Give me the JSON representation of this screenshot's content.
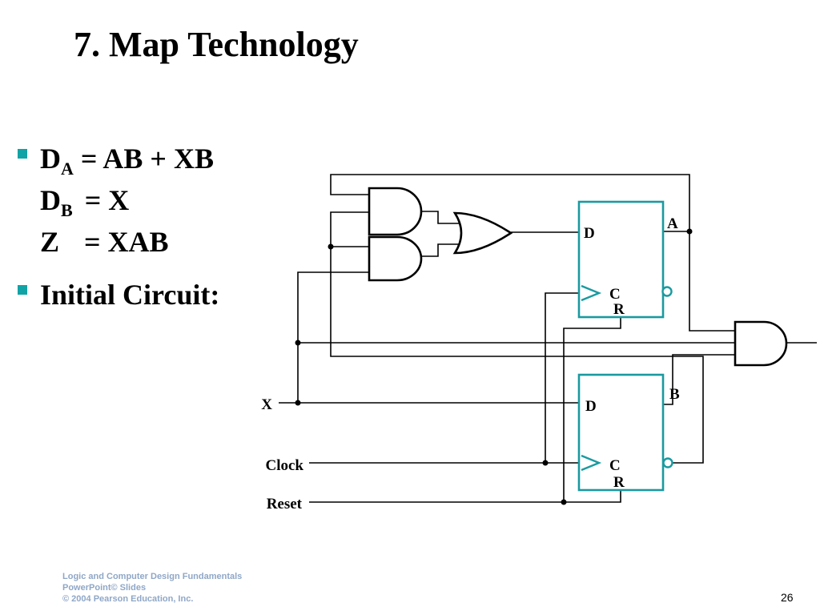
{
  "slide": {
    "title": "7. Map Technology",
    "bullets": {
      "equations": {
        "da_main": "D",
        "da_sub": "A",
        "da_rhs": "= AB + XB",
        "db_main": "D",
        "db_sub": "B",
        "db_rhs": "= X",
        "z_main": "Z",
        "z_rhs": "= XAB"
      },
      "initial_circuit": "Initial Circuit:"
    },
    "footer": {
      "line1": "Logic and Computer Design Fundamentals",
      "line2": "PowerPoint© Slides",
      "line3": "© 2004 Pearson Education, Inc."
    },
    "page_number": "26"
  },
  "circuit": {
    "flipflop_a": {
      "output": "A",
      "d": "D",
      "c": "C",
      "r": "R"
    },
    "flipflop_b": {
      "output": "B",
      "d": "D",
      "c": "C",
      "r": "R"
    },
    "inputs": {
      "x": "X",
      "clock": "Clock",
      "reset": "Reset"
    },
    "colors": {
      "flipflop": "#1a9aa0",
      "wire": "#000000",
      "bullet": "#12a3a6",
      "footer": "#8fa7c7"
    }
  }
}
